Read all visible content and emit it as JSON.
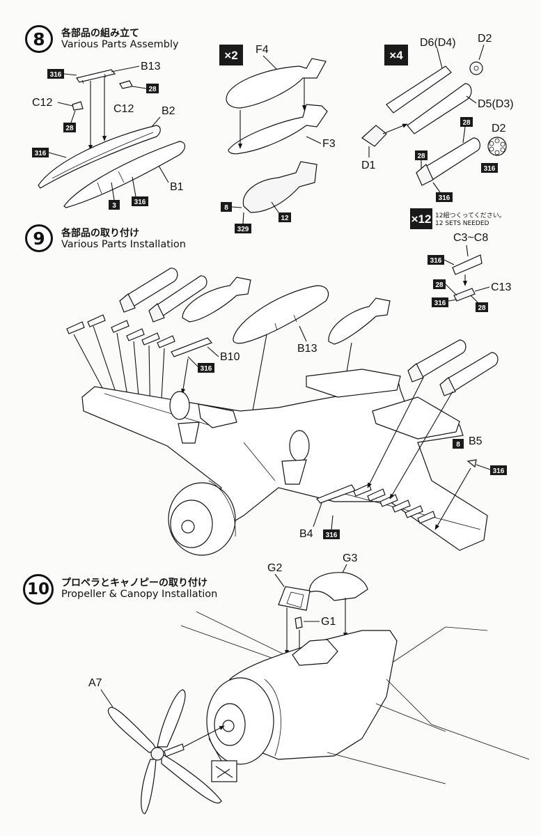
{
  "steps": [
    {
      "number": "8",
      "title_jp": "各部品の組み立て",
      "title_en": "Various Parts Assembly"
    },
    {
      "number": "9",
      "title_jp": "各部品の取り付け",
      "title_en": "Various Parts Installation"
    },
    {
      "number": "10",
      "title_jp": "プロペラとキャノピーの取り付け",
      "title_en": "Propeller & Canopy Installation"
    }
  ],
  "multipliers": {
    "x2": "×2",
    "x4": "×4",
    "x12": "×12"
  },
  "note12": {
    "jp": "12組つくってください。",
    "en": "12 SETS NEEDED"
  },
  "labels": {
    "b13": "B13",
    "c12a": "C12",
    "c12b": "C12",
    "b2": "B2",
    "b1": "B1",
    "f4": "F4",
    "f3": "F3",
    "d6": "D6(D4)",
    "d2a": "D2",
    "d5": "D5(D3)",
    "d1": "D1",
    "d2b": "D2",
    "c3c8": "C3~C8",
    "c13": "C13",
    "b10": "B10",
    "b13b": "B13",
    "b5": "B5",
    "b4": "B4",
    "g2": "G2",
    "g3": "G3",
    "g1": "G1",
    "a7": "A7"
  },
  "part_numbers": {
    "p316": "316",
    "p28": "28",
    "p3": "3",
    "p8": "8",
    "p12": "12",
    "p329": "329"
  }
}
